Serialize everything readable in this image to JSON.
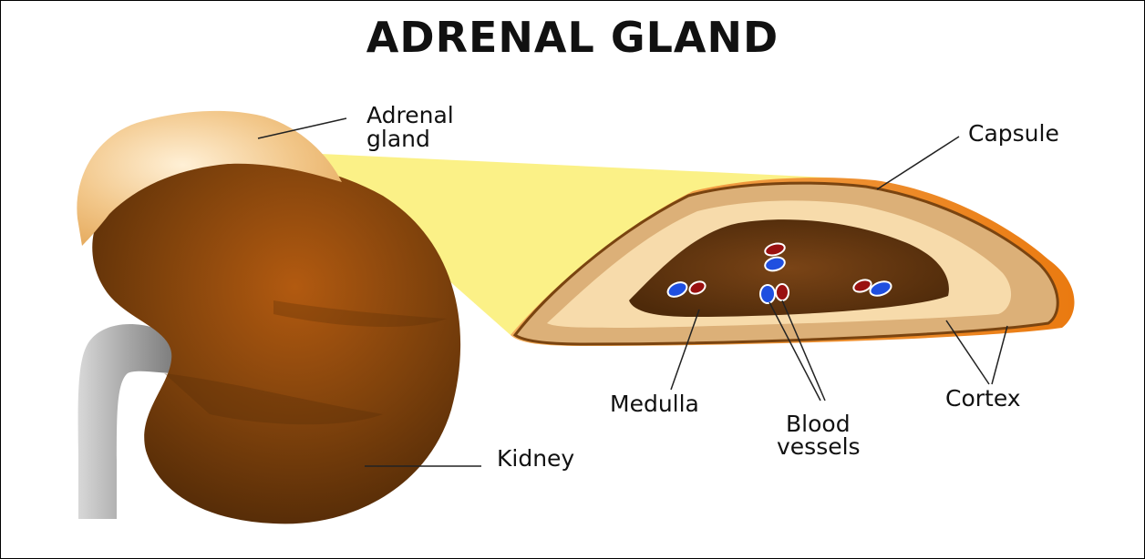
{
  "title": "ADRENAL GLAND",
  "labels": {
    "adrenal_gland_line1": "Adrenal",
    "adrenal_gland_line2": "gland",
    "capsule": "Capsule",
    "medulla": "Medulla",
    "blood_line1": "Blood",
    "blood_line2": "vessels",
    "cortex": "Cortex",
    "kidney": "Kidney"
  },
  "colors": {
    "kidney": "#8a4a10",
    "kidney_dark": "#4f2a08",
    "gland": "#f1c98e",
    "capsule_orange": "#f08a20",
    "cortex_outer": "#dfb27a",
    "cortex_inner": "#f6d9a8",
    "medulla": "#6b3a10",
    "zoom_beam": "#fbf07a",
    "vein": "#1f4fe0",
    "artery": "#9a1010"
  }
}
